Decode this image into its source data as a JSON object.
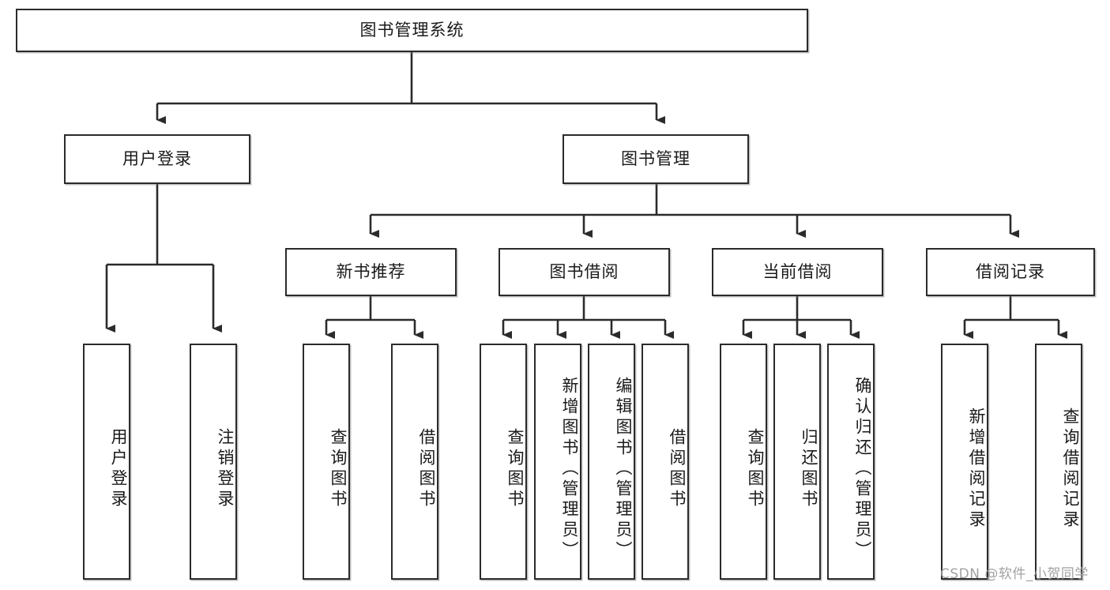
{
  "diagram": {
    "title": "图书管理系统",
    "type": "hierarchy-tree",
    "levels": 4,
    "root": {
      "id": "root",
      "label": "图书管理系统",
      "orientation": "horizontal"
    },
    "level2": [
      {
        "id": "user-login",
        "label": "用户登录",
        "orientation": "horizontal"
      },
      {
        "id": "book-manage",
        "label": "图书管理",
        "orientation": "horizontal"
      }
    ],
    "level3": [
      {
        "id": "new-book-rec",
        "label": "新书推荐",
        "orientation": "horizontal",
        "parent": "book-manage"
      },
      {
        "id": "book-borrow",
        "label": "图书借阅",
        "orientation": "horizontal",
        "parent": "book-manage"
      },
      {
        "id": "current-borrow",
        "label": "当前借阅",
        "orientation": "horizontal",
        "parent": "book-manage"
      },
      {
        "id": "borrow-record",
        "label": "借阅记录",
        "orientation": "horizontal",
        "parent": "book-manage"
      }
    ],
    "leaves": {
      "user_login": [
        {
          "id": "leaf-user-login",
          "label": "用户登录",
          "orientation": "vertical"
        },
        {
          "id": "leaf-user-logout",
          "label": "注销登录",
          "orientation": "vertical"
        }
      ],
      "new_book_rec": [
        {
          "id": "leaf-query-book-1",
          "label": "查询图书",
          "orientation": "vertical"
        },
        {
          "id": "leaf-borrow-book-1",
          "label": "借阅图书",
          "orientation": "vertical"
        }
      ],
      "book_borrow": [
        {
          "id": "leaf-query-book-2",
          "label": "查询图书",
          "orientation": "vertical"
        },
        {
          "id": "leaf-add-book",
          "label": "新增图书（管理员）",
          "orientation": "vertical"
        },
        {
          "id": "leaf-edit-book",
          "label": "编辑图书（管理员）",
          "orientation": "vertical"
        },
        {
          "id": "leaf-borrow-book-2",
          "label": "借阅图书",
          "orientation": "vertical"
        }
      ],
      "current_borrow": [
        {
          "id": "leaf-query-book-3",
          "label": "查询图书",
          "orientation": "vertical"
        },
        {
          "id": "leaf-return-book",
          "label": "归还图书",
          "orientation": "vertical"
        },
        {
          "id": "leaf-confirm-return",
          "label": "确认归还（管理员）",
          "orientation": "vertical"
        }
      ],
      "borrow_record": [
        {
          "id": "leaf-add-record",
          "label": "新增借阅记录",
          "orientation": "vertical"
        },
        {
          "id": "leaf-query-record",
          "label": "查询借阅记录",
          "orientation": "vertical"
        }
      ]
    }
  },
  "watermark": {
    "text": "CSDN @软件_小贺同学"
  },
  "colors": {
    "stroke": "#2b2b2b",
    "box_fill": "#ffffff",
    "text": "#1a1a1a",
    "watermark": "#9a9a9a",
    "background": "#ffffff"
  }
}
